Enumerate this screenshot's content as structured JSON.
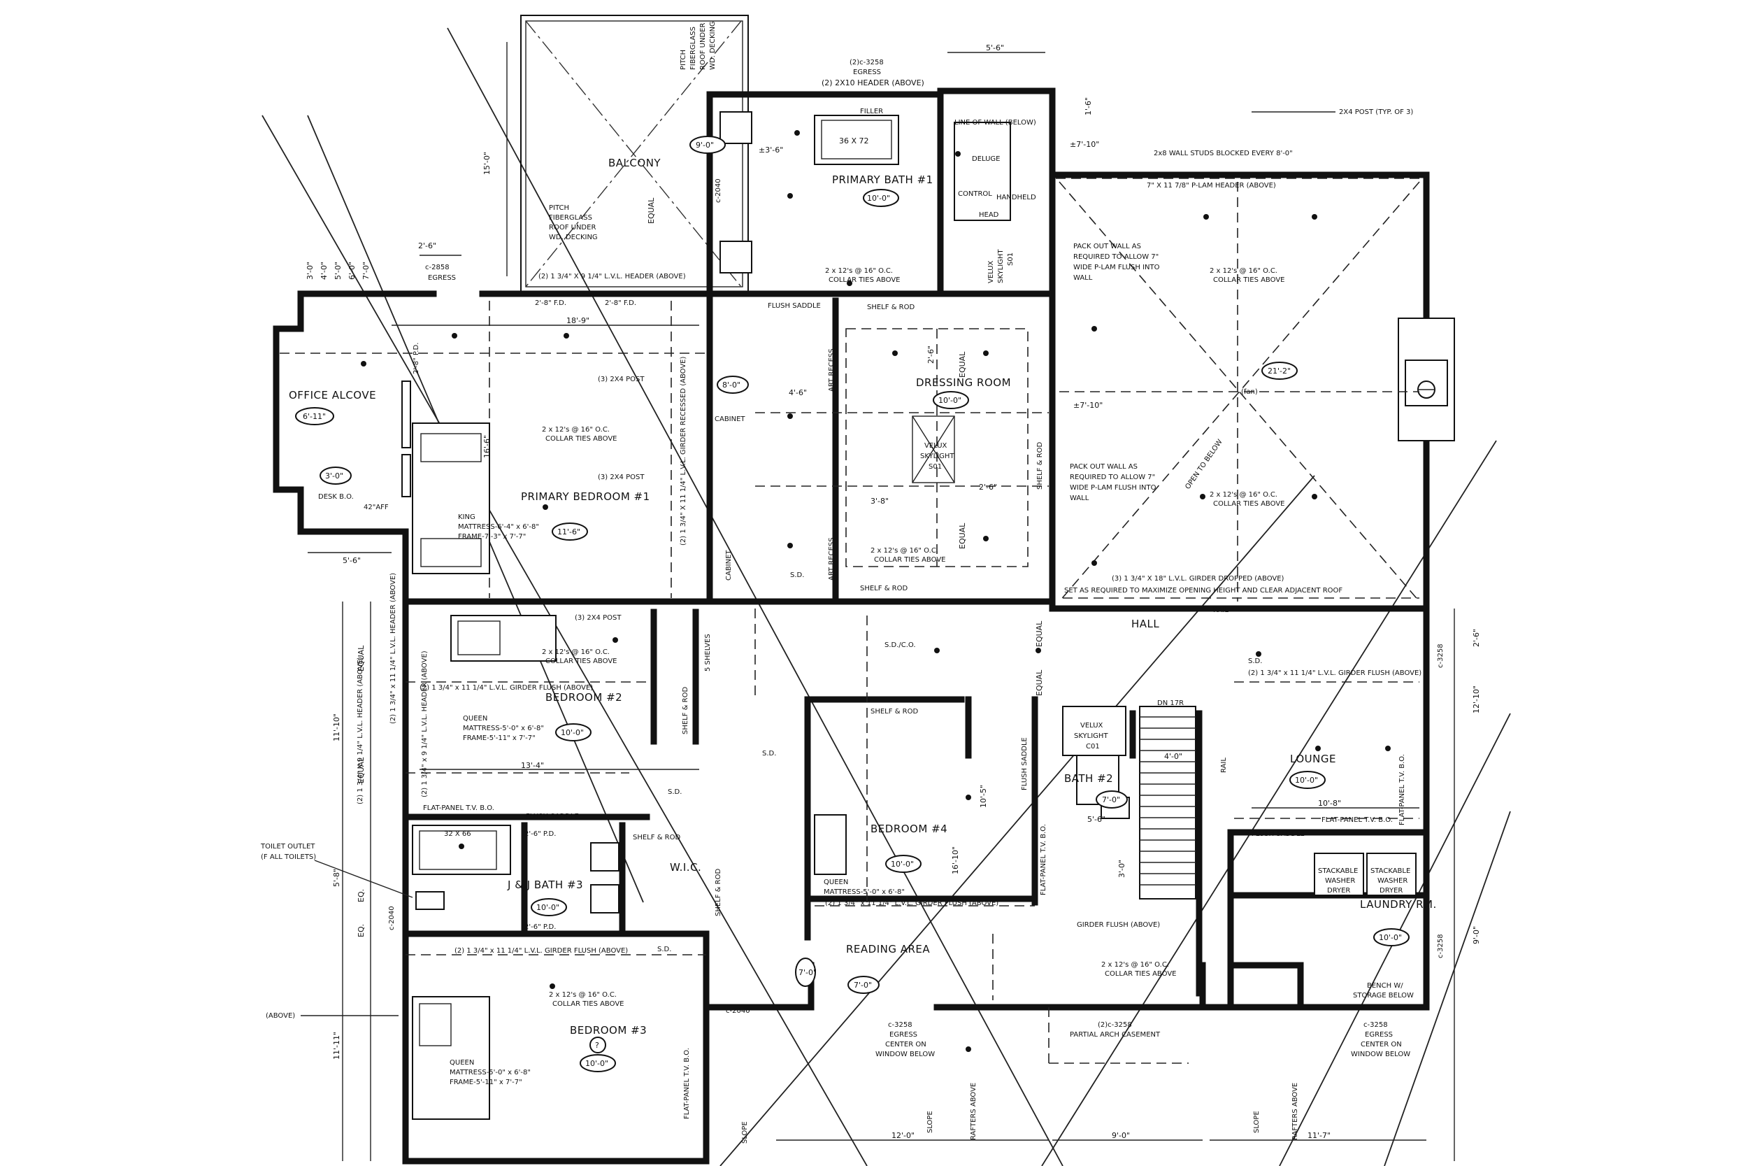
{
  "rooms": {
    "balcony": "BALCONY",
    "primary_bath": "PRIMARY BATH #1",
    "office_alcove": "OFFICE ALCOVE",
    "primary_bedroom": "PRIMARY BEDROOM #1",
    "dressing_room": "DRESSING ROOM",
    "hall": "HALL",
    "bedroom2": "BEDROOM #2",
    "bedroom3": "BEDROOM #3",
    "bedroom4": "BEDROOM #4",
    "jj_bath": "J & J BATH #3",
    "wic": "W.I.C.",
    "bath2": "BATH #2",
    "lounge": "LOUNGE",
    "laundry": "LAUNDRY RM.",
    "reading_area": "READING AREA"
  },
  "ceilings": {
    "balcony": "9'-0\"",
    "primary_bath": "10'-0\"",
    "office_alcove": "6'-11\"",
    "office_small": "3'-0\"",
    "primary_bedroom": "11'-6\"",
    "passage": "8'-0\"",
    "dressing_room": "10'-0\"",
    "vault": "21'-2\"",
    "bedroom2": "10'-0\"",
    "jj_bath": "10'-0\"",
    "bath2": "7'-0\"",
    "bedroom4": "10'-0\"",
    "lounge": "10'-0\"",
    "laundry": "10'-0\"",
    "reading_area": "7'-0\"",
    "bedroom3": "10'-0\"",
    "bedroom3_tag": "?",
    "closet": "7'-0\""
  },
  "notes": {
    "header_2x10": "(2) 2X10 HEADER (ABOVE)",
    "egress_top": "(2)c-3258",
    "egress_word": "EGRESS",
    "filler": "FILLER",
    "tub_size": "36 X 72",
    "line_of_wall": "LINE OF WALL (BELOW)",
    "deluge": "DELUGE",
    "control": "CONTROL",
    "head": "HEAD",
    "handheld": "HANDHELD",
    "post_note": "2X4 POST (TYP. OF 3)",
    "studs_note": "2x8 WALL STUDS BLOCKED EVERY 8'-0\"",
    "plam_header": "7\" X 11 7/8\" P-LAM HEADER (ABOVE)",
    "pack_out_1": "PACK OUT WALL AS",
    "pack_out_2": "REQUIRED TO ALLOW 7\"",
    "pack_out_3": "WIDE P-LAM FLUSH INTO",
    "pack_out_4": "WALL",
    "pitch_1": "PITCH",
    "pitch_2": "FIBERGLASS",
    "pitch_3": "ROOF UNDER",
    "pitch_4": "WD. DECKING",
    "header_lvl": "(2) 1 3/4\" X 9 1/4\" L.V.L. HEADER (ABOVE)",
    "flush_saddle": "FLUSH SADDLE",
    "shelf_rod": "SHELF & ROD",
    "art_recess": "ART RECESS",
    "velux": "VELUX",
    "skylight": "SKYLIGHT",
    "s01": "S01",
    "c01": "C01",
    "post_3": "(3) 2X4 POST",
    "cabinet": "CABINET",
    "girder_recessed": "(2) 1 3/4\" X 11 1/4\" L.V.L. GIRDER RECESSED (ABOVE)",
    "king_1": "KING",
    "king_2": "MATTRESS-6'-4\" x 6'-8\"",
    "king_3": "FRAME-7'-3\" x 7'-7\"",
    "desk": "DESK B.O.",
    "aff_42": "42\"AFF",
    "rafters": "2 x 12's @ 16\" O.C.",
    "collar": "COLLAR TIES ABOVE",
    "girder_dropped": "(3) 1 3/4\" X 18\" L.V.L. GIRDER DROPPED (ABOVE)",
    "set_as_required": "SET AS REQUIRED TO MAXIMIZE OPENING HEIGHT AND CLEAR ADJACENT ROOF",
    "rail": "RAIL",
    "open_below": "OPEN TO BELOW",
    "fan": "(fan)",
    "sd": "S.D.",
    "sdco": "S.D./C.O.",
    "girder_flush": "(2) 1 3/4\" x 11 1/4\" L.V.L. GIRDER FLUSH (ABOVE)",
    "girder_flush_short": "GIRDER FLUSH (ABOVE)",
    "lvl_header_left": "(2) 1 3/4\" x 9 1/4\" L.V.L. HEADER (ABOVE)",
    "lvl_header_left2": "(2) 1 3/4\" x 11 1/4\" L.V.L. HEADER (ABOVE)",
    "queen_1": "QUEEN",
    "queen_2": "MATTRESS-5'-0\" x 6'-8\"",
    "queen_3": "FRAME-5'-11\" x 7'-7\"",
    "flat_panel": "FLAT-PANEL T.V. B.O.",
    "toilet_outlet_1": "TOILET OUTLET",
    "toilet_outlet_2": "(F ALL TOILETS)",
    "above": "(ABOVE)",
    "tub2": "32 X 66",
    "pd": "2'-6\" P.D.",
    "shelves": "5 SHELVES",
    "dn_17r": "DN 17R",
    "stackable": "STACKABLE",
    "washer": "WASHER",
    "dryer": "DRYER",
    "bench_1": "BENCH W/",
    "bench_2": "STORAGE BELOW",
    "egress_center_1": "c-3258",
    "egress_center_2": "EGRESS",
    "egress_center_3": "CENTER ON",
    "egress_center_4": "WINDOW BELOW",
    "partial_arch": "PARTIAL ARCH CASEMENT",
    "arch_tag": "(2)c-3258",
    "slope": "SLOPE",
    "rafters_above": "RAFTERS ABOVE",
    "cw_2040": "c-2040",
    "cw_2858": "c-2858",
    "cw_3258": "c-3258",
    "fd_1": "2'-8\" F.D.",
    "fd_2": "2'-8\" F.D.",
    "pd_office": "2'-8\" P.D.",
    "rail_lounge": "RAIL"
  },
  "dims": {
    "top_5_6": "5'-6\"",
    "top_1_6": "1'-6\"",
    "pm_3_6": "±3'-6\"",
    "pm_7_10": "±7'-10\"",
    "pm_7_10b": "±7'-10\"",
    "d_15_0": "15'-0\"",
    "d_2_6": "2'-6\"",
    "d_18_9": "18'-9\"",
    "d_16_6": "16'-6\"",
    "d_5_6": "5'-6\"",
    "d_4_6": "4'-6\"",
    "d_3_8": "3'-8\"",
    "d_2_6b": "2'-6\"",
    "d_2_6c": "2'-6\"",
    "d_11_10": "11'-10\"",
    "d_13_4": "13'-4\"",
    "d_5_8": "5'-8\"",
    "d_11_11": "11'-11\"",
    "d_10_5": "10'-5\"",
    "d_16_10": "16'-10\"",
    "d_4_0": "4'-0\"",
    "d_5_6b": "5'-6\"",
    "d_3_0": "3'-0\"",
    "d_12_10": "12'-10\"",
    "d_10_8": "10'-8\"",
    "d_9_0": "9'-0\"",
    "d_12_0": "12'-0\"",
    "d_9_0b": "9'-0\"",
    "d_11_7": "11'-7\"",
    "d_2_6d": "2'-6\"",
    "equal": "EQUAL",
    "eq": "EQ."
  },
  "left_stack": [
    "3'-0\"",
    "4'-0\"",
    "5'-0\"",
    "6'-0\"",
    "7'-0\""
  ]
}
